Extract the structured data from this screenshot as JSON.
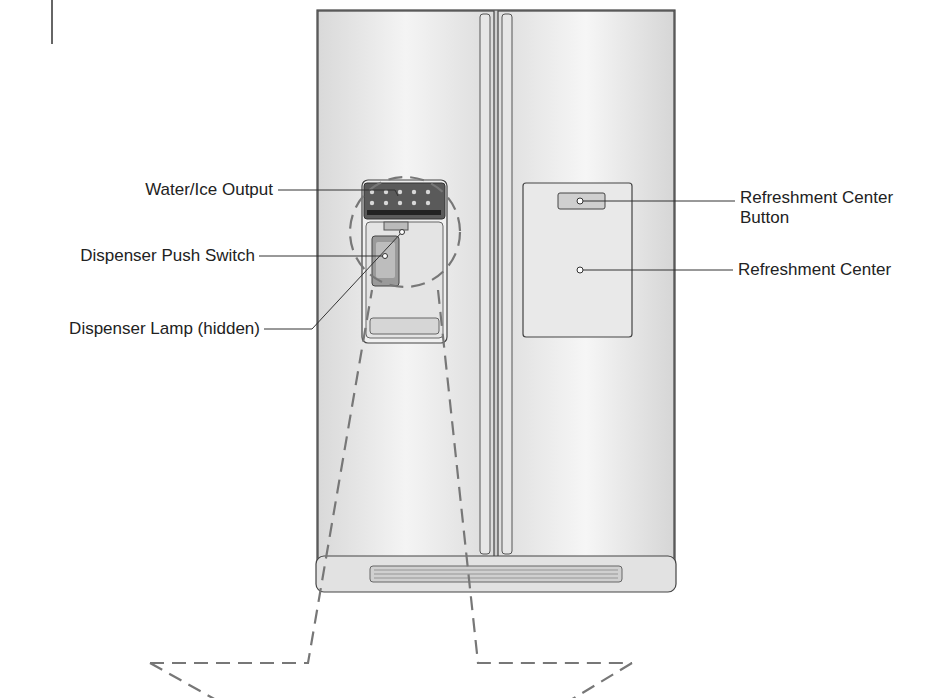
{
  "diagram": {
    "labels": [
      "Water/Ice Output",
      "Dispenser Push Switch",
      "Dispenser Lamp (hidden)",
      "Refreshment Center Button",
      "Refreshment Center"
    ]
  }
}
